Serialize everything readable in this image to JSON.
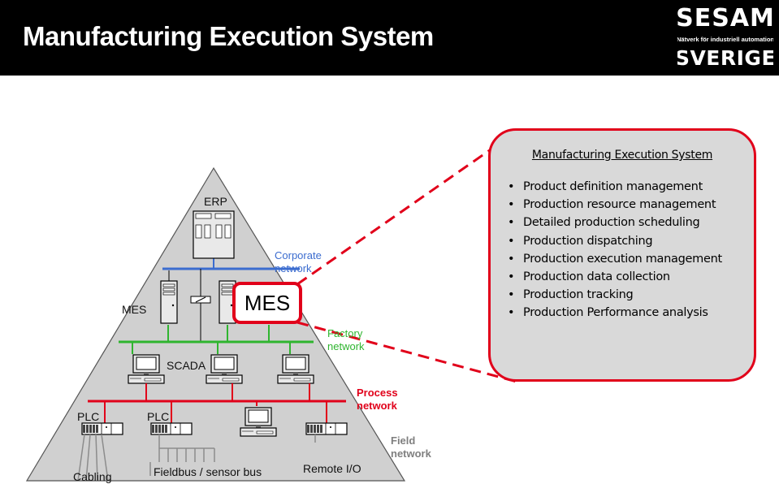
{
  "header": {
    "title": "Manufacturing Execution System",
    "logo_text": [
      "SESAM",
      "Nätverk för industriell automation",
      "SVERIGE"
    ]
  },
  "pyramid": {
    "levels": {
      "erp": "ERP",
      "mes": "MES",
      "scada": "SCADA",
      "plc_left": "PLC",
      "plc_right": "PLC"
    },
    "mes_box": "MES",
    "bottom_labels": {
      "cabling": "Cabling",
      "fieldbus": "Fieldbus / sensor bus",
      "remote_io": "Remote I/O"
    }
  },
  "networks": {
    "corporate": "Corporate network",
    "factory": "Factory network",
    "process": "Process network",
    "field": "Field network"
  },
  "colors": {
    "corporate": "#3b6ccf",
    "factory": "#2fb52f",
    "process": "#e1001a",
    "field": "#8c8c8c",
    "callout_border": "#e1001a",
    "callout_bg": "#d9d9d9"
  },
  "callout": {
    "title": "Manufacturing Execution System",
    "items": [
      "Product definition management",
      "Production resource management",
      "Detailed production scheduling",
      "Production dispatching",
      "Production execution management",
      "Production data collection",
      "Production tracking",
      "Production Performance analysis"
    ]
  }
}
